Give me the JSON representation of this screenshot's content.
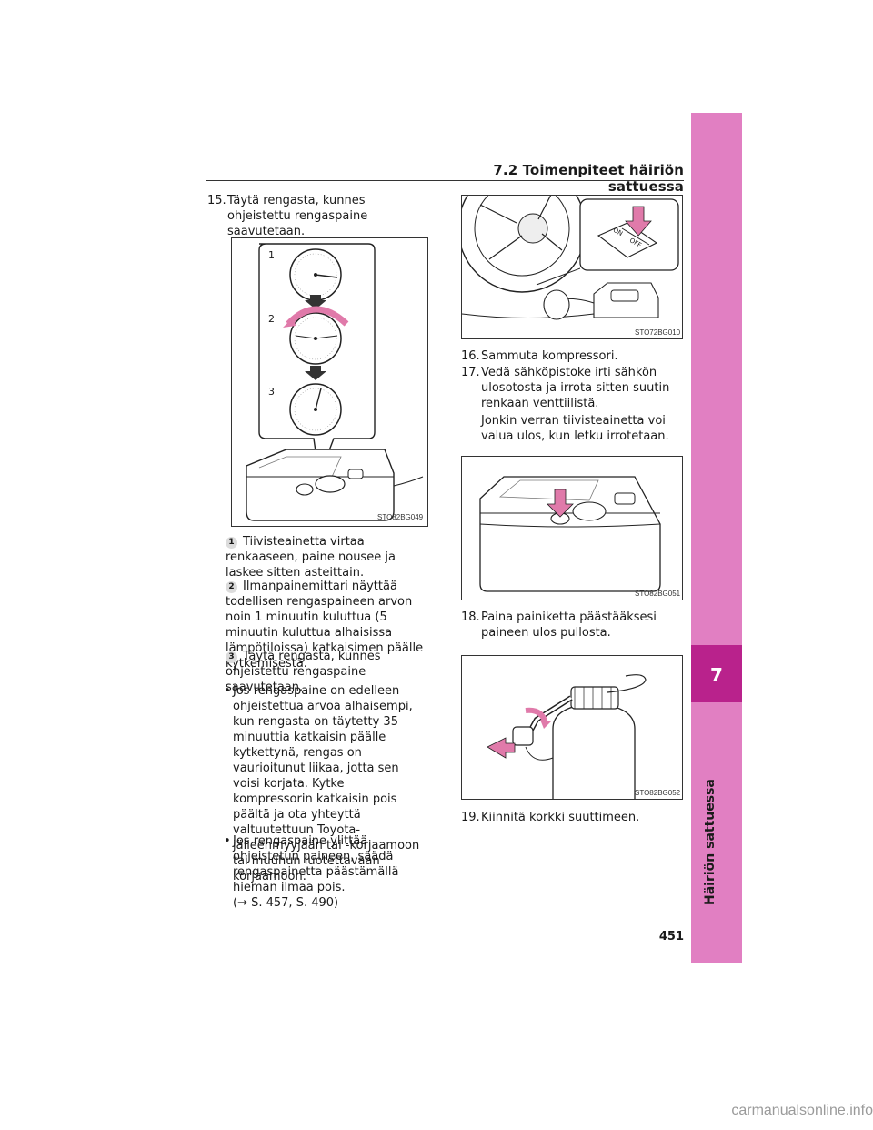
{
  "header": {
    "section_title": "7.2 Toimenpiteet häiriön sattuessa"
  },
  "sidebar": {
    "chapter_number": "7",
    "chapter_title": "Häiriön sattuessa"
  },
  "left": {
    "step15_num": "15.",
    "step15_text": "Täytä rengasta, kunnes ohjeistettu rengaspaine saavutetaan.",
    "fig1": {
      "code": "STO82BG049",
      "callout1": "1",
      "callout2": "2",
      "callout3": "3"
    },
    "notes": [
      {
        "marker": "1",
        "text": "Tiivisteainetta virtaa renkaaseen, paine nousee ja laskee sitten asteittain."
      },
      {
        "marker": "2",
        "text": "Ilmanpainemittari näyttää todellisen rengaspaineen arvon noin 1 minuutin kuluttua (5 minuutin kuluttua alhaisissa lämpötiloissa) katkaisimen päälle kytkemisestä."
      },
      {
        "marker": "3",
        "text": "Täytä rengasta, kunnes ohjeistettu rengaspaine saavutetaan."
      }
    ],
    "bullet1": "Jos rengaspaine on edelleen ohjeistettua arvoa alhaisempi, kun rengasta on täytetty 35 minuuttia katkaisin päälle kytkettynä, rengas on vaurioitunut liikaa, jotta sen voisi korjata. Kytke kompressorin katkaisin pois päältä ja ota yhteyttä valtuutettuun Toyota-jälleenmyyjään tai -korjaamoon tai muuhun luotettavaan korjaamoon.",
    "bullet2": "Jos rengaspaine ylittää ohjeistetun paineen, säädä rengaspainetta päästämällä hieman ilmaa pois.",
    "bullet2_ref": "(→ S. 457, S. 490)"
  },
  "right": {
    "fig2": {
      "code": "STO72BG010",
      "switch_on": "ON",
      "switch_off": "OFF"
    },
    "step16_num": "16.",
    "step16_text": "Sammuta kompressori.",
    "step17_num": "17.",
    "step17_text": "Vedä sähköpistoke irti sähkön ulosotosta ja irrota sitten suutin renkaan venttiilistä.",
    "step17_sub": "Jonkin verran tiivisteainetta voi valua ulos, kun letku irrotetaan.",
    "fig3": {
      "code": "STO82BG051"
    },
    "step18_num": "18.",
    "step18_text": "Paina painiketta päästääksesi paineen ulos pullosta.",
    "fig4": {
      "code": "STO82BG052"
    },
    "step19_num": "19.",
    "step19_text": "Kiinnitä korkki suuttimeen."
  },
  "footer": {
    "page_number": "451",
    "watermark": "carmanualsonline.info"
  }
}
